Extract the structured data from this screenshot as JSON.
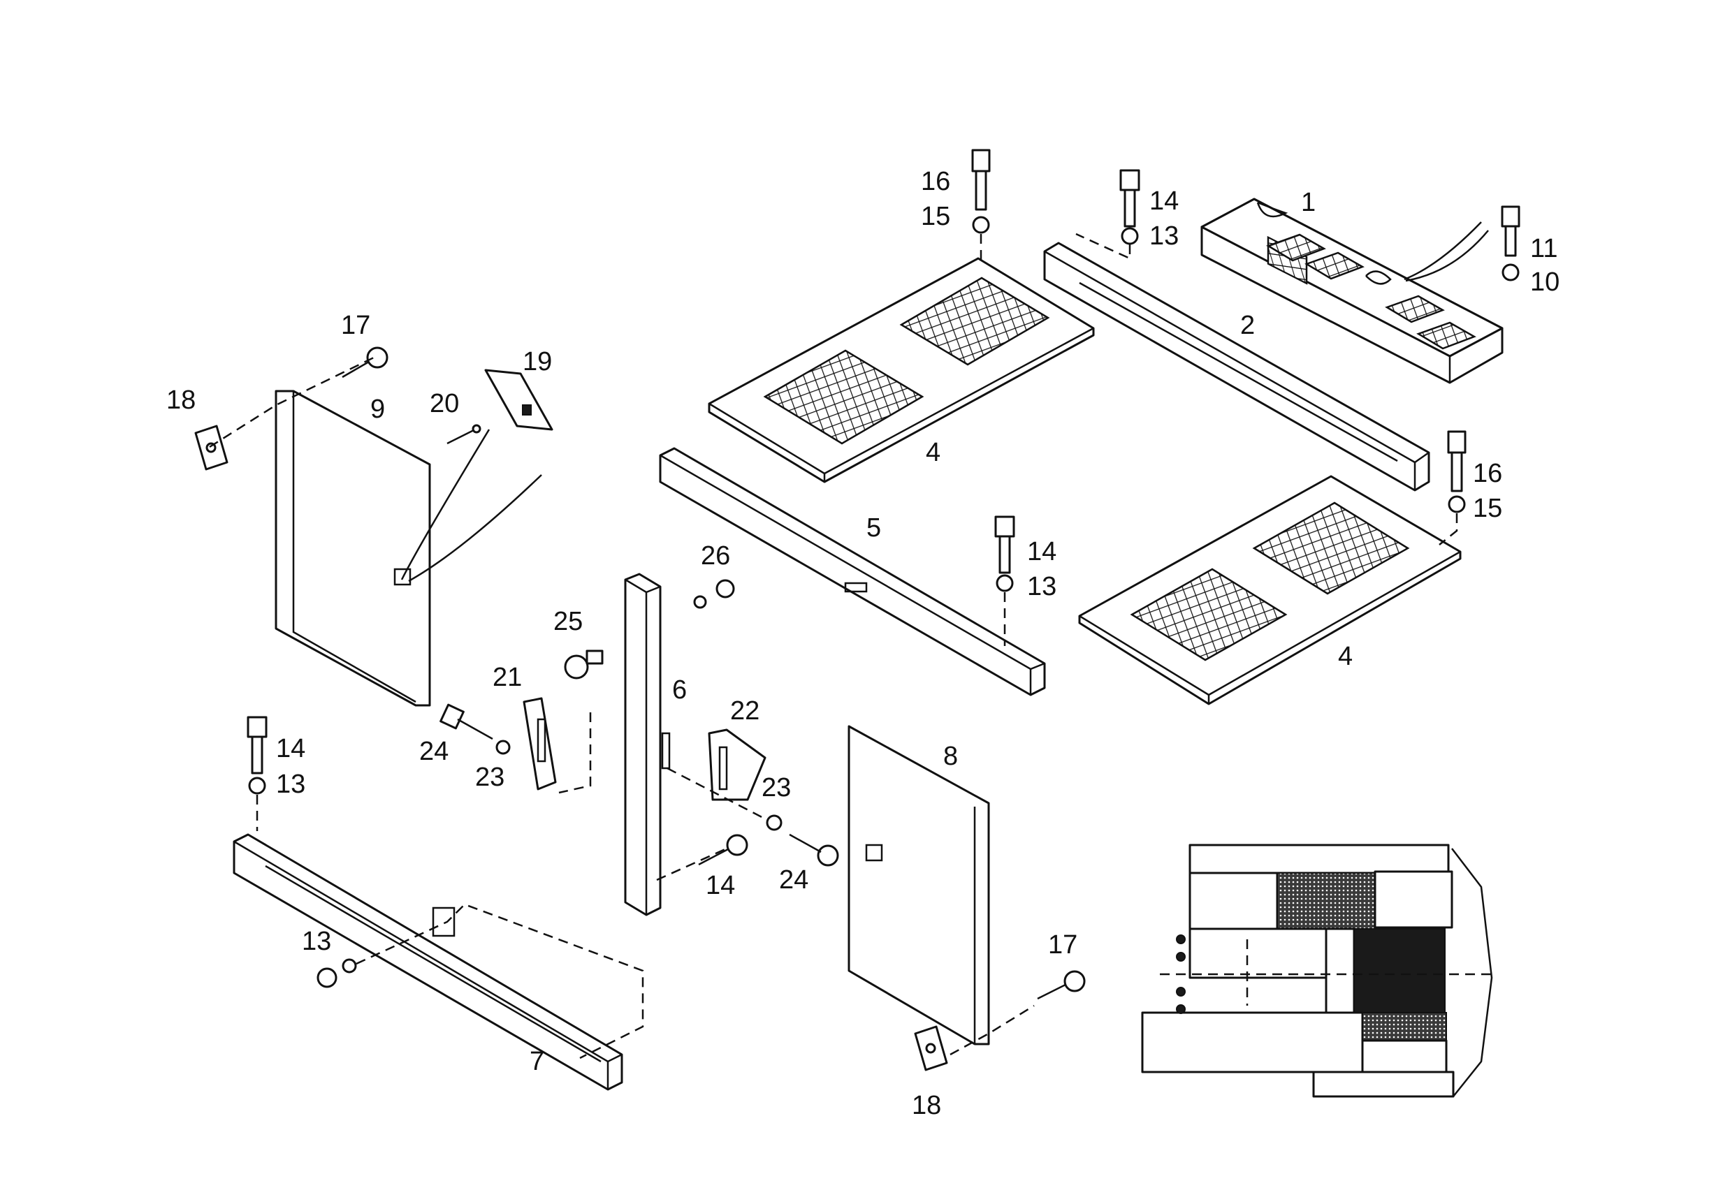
{
  "callouts": {
    "c1": "1",
    "c2": "2",
    "c4a": "4",
    "c4b": "4",
    "c5": "5",
    "c6": "6",
    "c7": "7",
    "c8": "8",
    "c9": "9",
    "c10": "10",
    "c11": "11",
    "c13a": "13",
    "c13b": "13",
    "c13c": "13",
    "c13d": "13",
    "c14a": "14",
    "c14b": "14",
    "c14c": "14",
    "c14d": "14",
    "c15a": "15",
    "c15b": "15",
    "c16a": "16",
    "c16b": "16",
    "c17a": "17",
    "c17b": "17",
    "c18a": "18",
    "c18b": "18",
    "c19": "19",
    "c20": "20",
    "c21": "21",
    "c22": "22",
    "c23a": "23",
    "c23b": "23",
    "c24a": "24",
    "c24b": "24",
    "c25": "25",
    "c26": "26"
  }
}
